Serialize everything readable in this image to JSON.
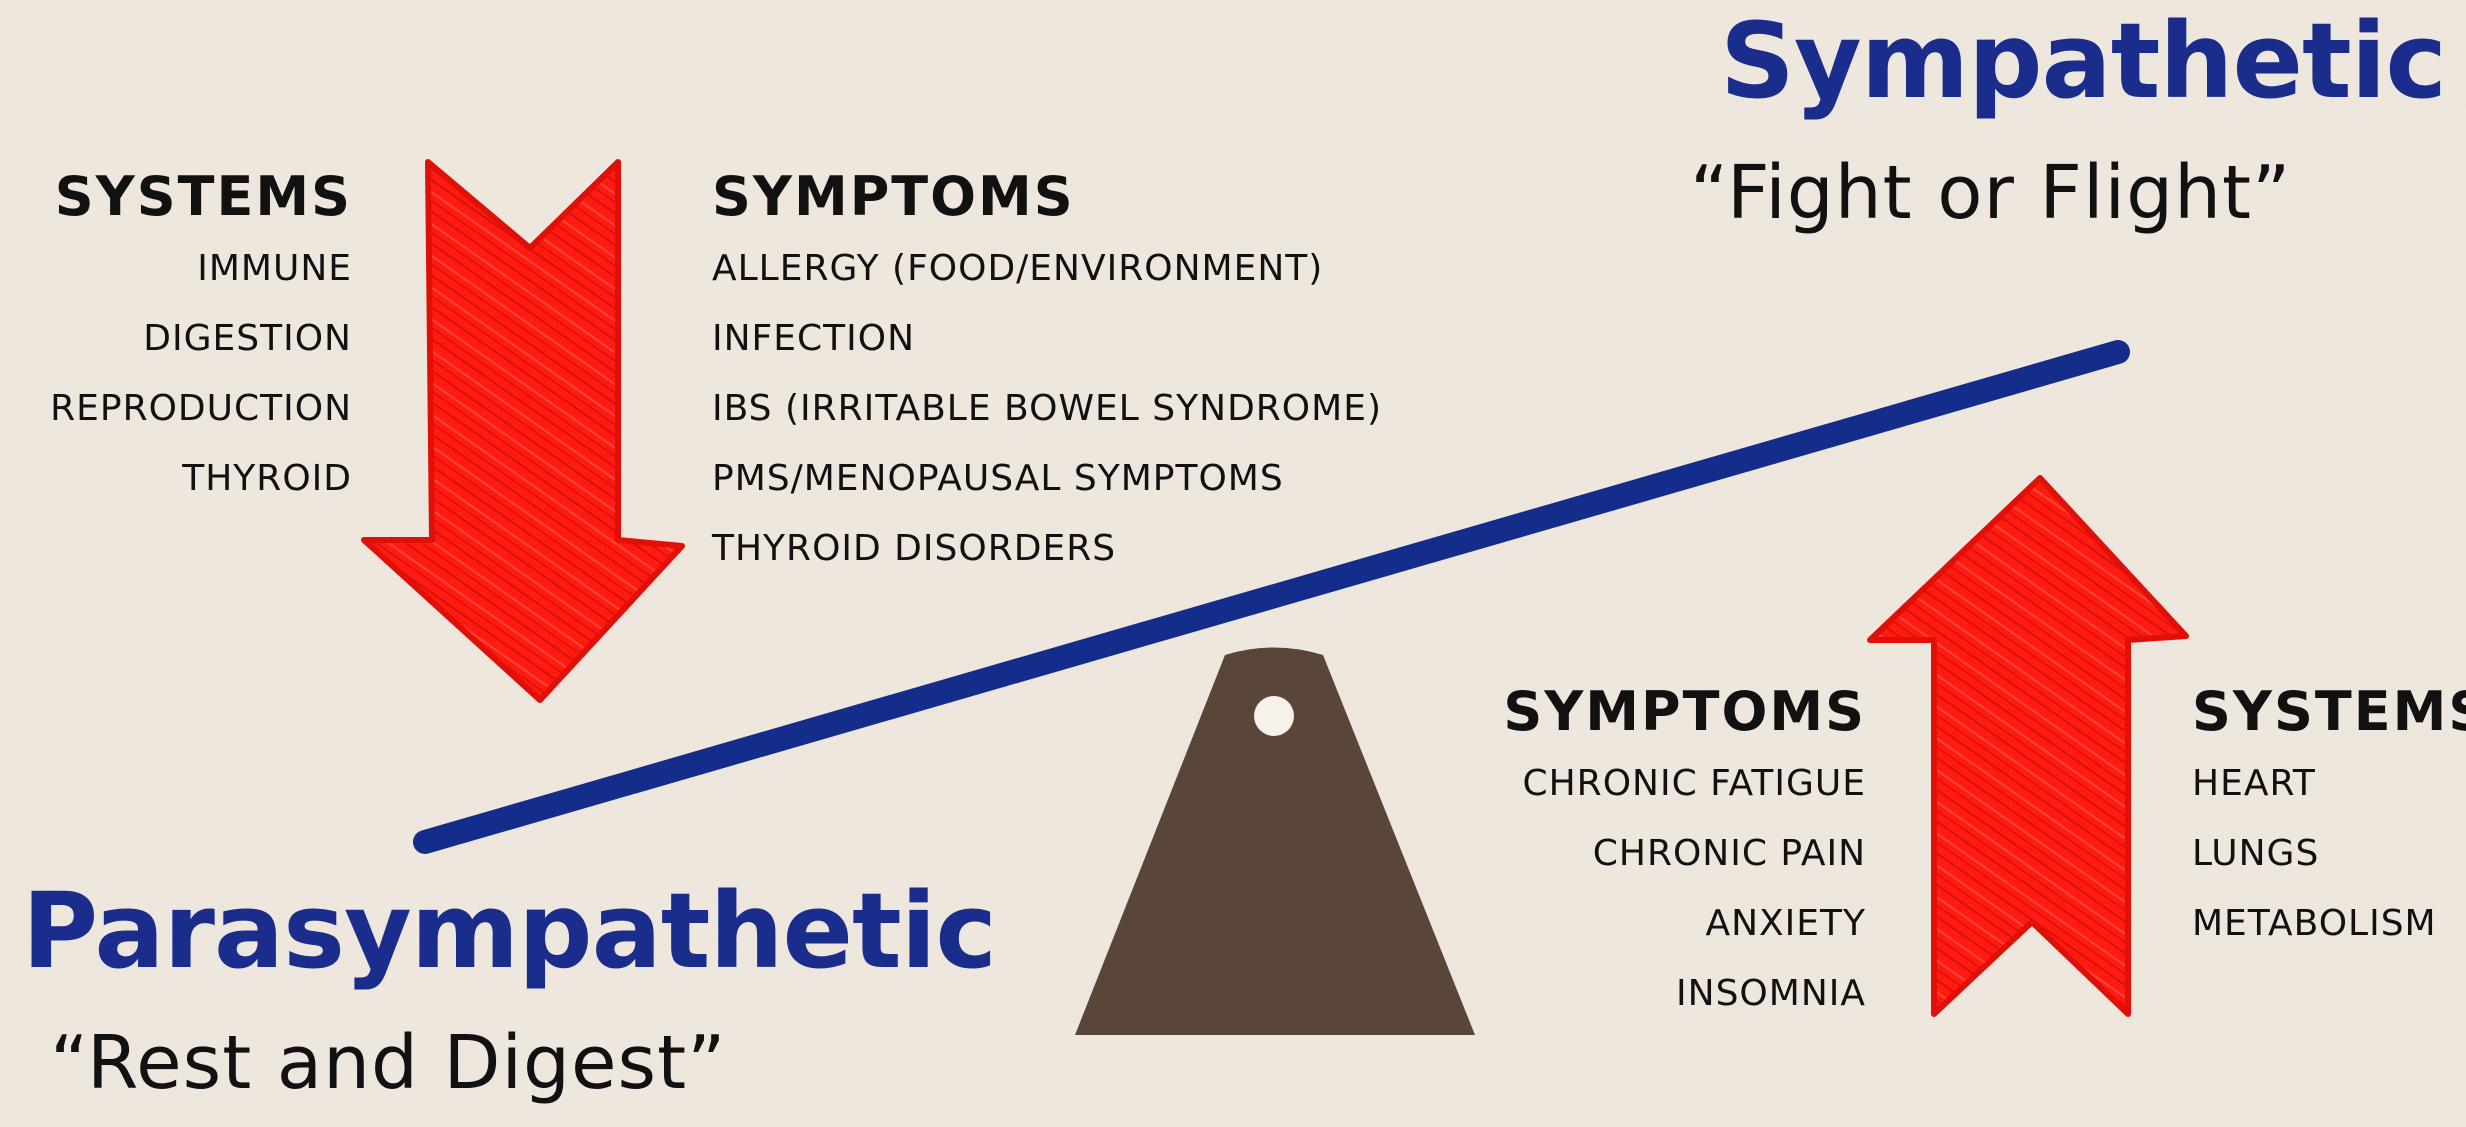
{
  "sympathetic": {
    "title": "Sympathetic",
    "subtitle": "“Fight or Flight”",
    "symptoms_heading": "SYMPTOMS",
    "symptoms": [
      "CHRONIC FATIGUE",
      "CHRONIC PAIN",
      "ANXIETY",
      "INSOMNIA"
    ],
    "systems_heading": "SYSTEMS",
    "systems": [
      "HEART",
      "LUNGS",
      "METABOLISM"
    ]
  },
  "parasympathetic": {
    "title": "Parasympathetic",
    "subtitle": "“Rest and Digest”",
    "systems_heading": "SYSTEMS",
    "systems": [
      "IMMUNE",
      "DIGESTION",
      "REPRODUCTION",
      "THYROID"
    ],
    "symptoms_heading": "SYMPTOMS",
    "symptoms": [
      "ALLERGY (FOOD/ENVIRONMENT)",
      "INFECTION",
      "IBS (IRRITABLE BOWEL SYNDROME)",
      "PMS/MENOPAUSAL SYMPTOMS",
      "THYROID DISORDERS"
    ]
  },
  "colors": {
    "background": "#efe8df",
    "title_blue": "#1b2d8c",
    "arrow_red": "#ff1a12",
    "seesaw_beam": "#142c8a",
    "fulcrum": "#5a4539"
  },
  "icons": {
    "down_arrow": "down-arrow-icon",
    "up_arrow": "up-arrow-icon"
  }
}
